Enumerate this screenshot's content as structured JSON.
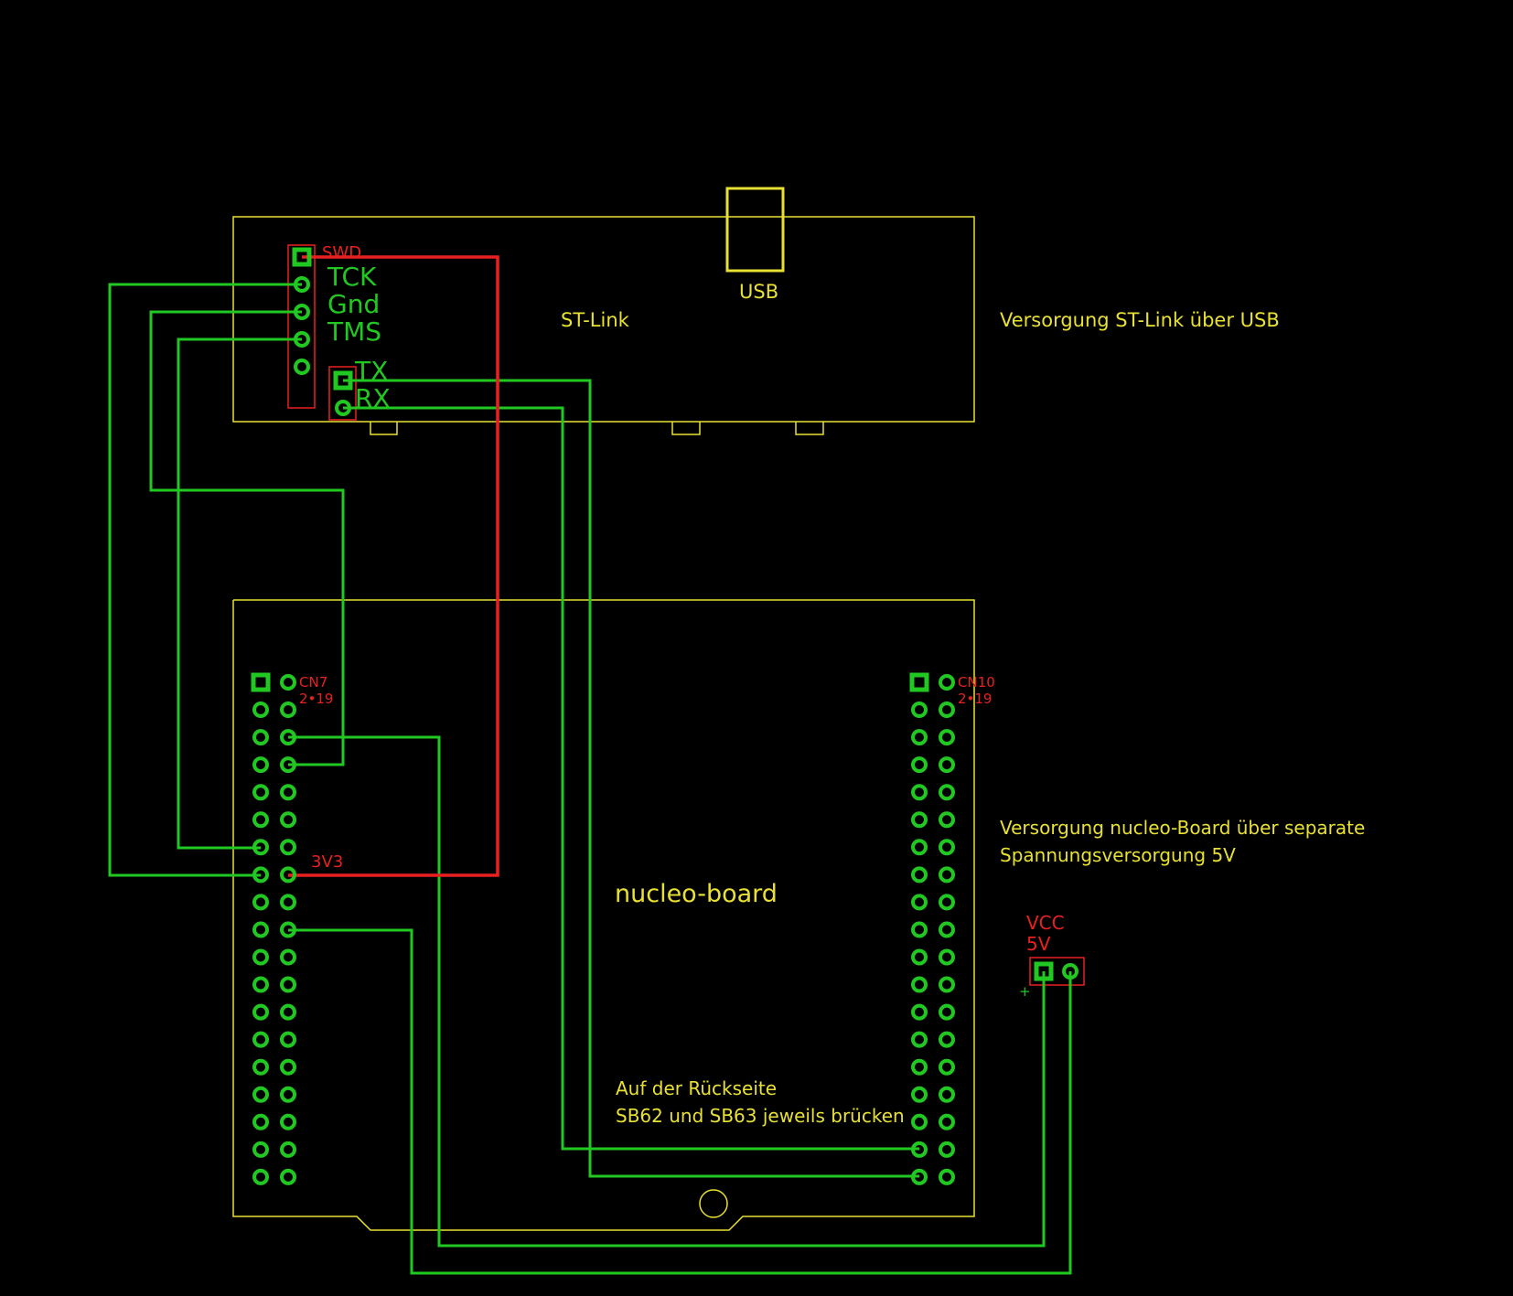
{
  "colors": {
    "background": "#000000",
    "outline": "#e8e033",
    "trace": "#22c822",
    "power_trace": "#e82020",
    "part_outline": "#e82020"
  },
  "stlink": {
    "title": "ST-Link",
    "usb_label": "USB",
    "swd_header_name": "SWD",
    "swd_pins": [
      "TCK",
      "Gnd",
      "TMS"
    ],
    "uart_pins": [
      "TX",
      "RX"
    ]
  },
  "nucleo": {
    "title": "nucleo-board",
    "cn7_name": "CN7",
    "cn7_value": "2•19",
    "cn10_name": "CN10",
    "cn10_value": "2•19",
    "pin_3v3": "3V3",
    "note_line1": "Auf der Rückseite",
    "note_line2": "SB62 und SB63 jeweils brücken"
  },
  "power": {
    "vcc_name": "VCC",
    "vcc_value": "5V",
    "plus_mark": "+",
    "stlink_note": "Versorgung ST-Link über USB",
    "nucleo_note_line1": "Versorgung nucleo-Board über separate",
    "nucleo_note_line2": "Spannungsversorgung 5V"
  }
}
